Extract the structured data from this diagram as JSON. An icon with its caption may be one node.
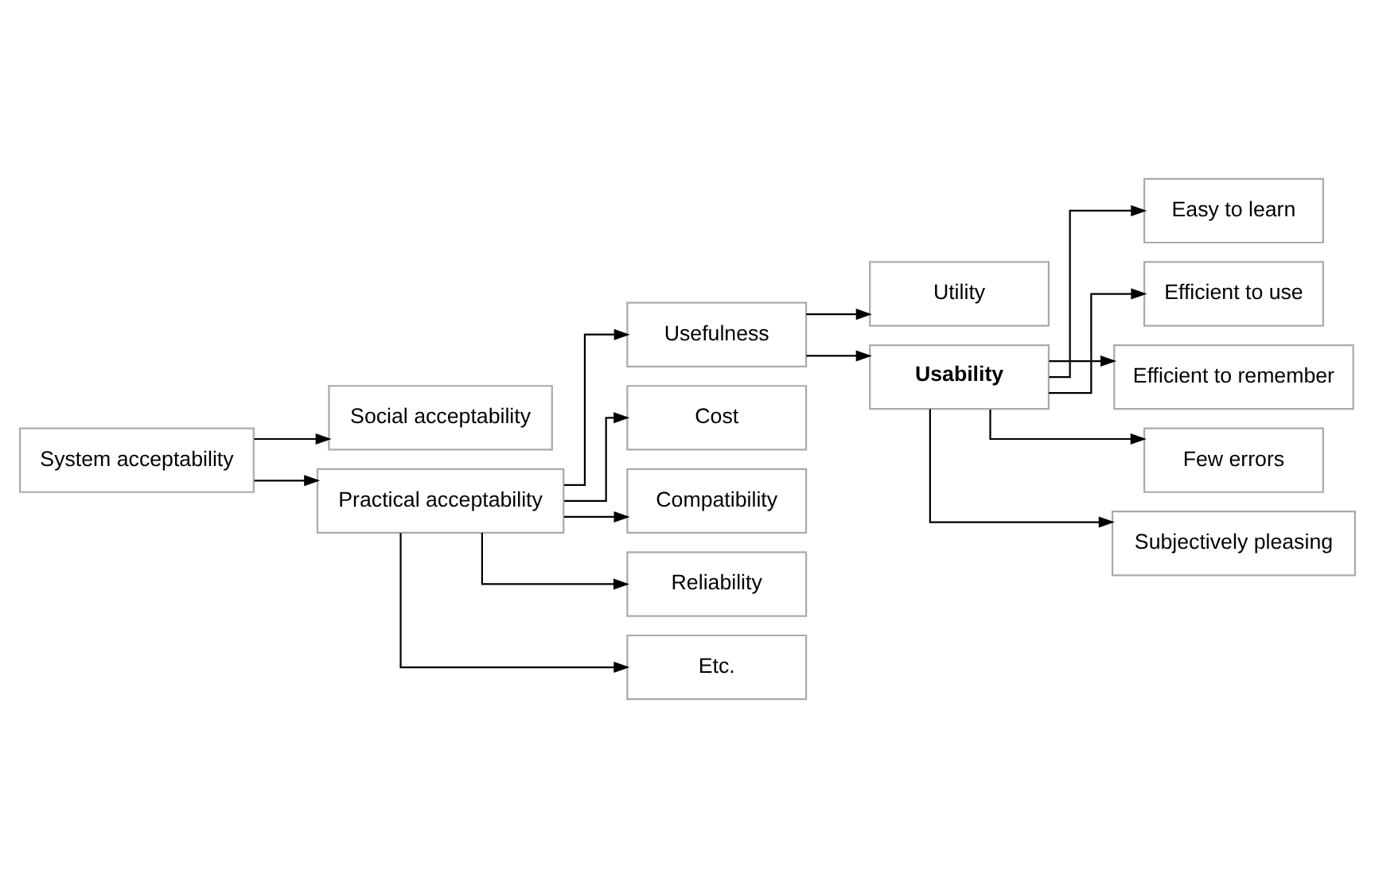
{
  "diagram": {
    "nodes": [
      {
        "text": [
          "System acceptability"
        ]
      },
      {
        "text": [
          "Social acceptability"
        ]
      },
      {
        "text": [
          "Practical acceptability"
        ]
      },
      {
        "text": [
          "Usefulness"
        ]
      },
      {
        "text": [
          "Cost"
        ]
      },
      {
        "text": [
          "Compatibility"
        ]
      },
      {
        "text": [
          "Reliability"
        ]
      },
      {
        "text": [
          "Etc."
        ]
      },
      {
        "text": [
          "Utility"
        ]
      },
      {
        "text": [
          "Usability"
        ]
      },
      {
        "text": [
          "Easy to learn"
        ]
      },
      {
        "text": [
          "Efficient to use"
        ]
      },
      {
        "text": [
          "Efficient to remember"
        ]
      },
      {
        "text": [
          "Few errors"
        ]
      },
      {
        "text": [
          "Subjectively pleasing"
        ]
      }
    ],
    "edges": [
      {
        "from": 0,
        "to": 1,
        "arrow": "to"
      },
      {
        "from": 0,
        "to": 2,
        "arrow": "to"
      },
      {
        "from": 2,
        "to": 3,
        "arrow": "to"
      },
      {
        "from": 2,
        "to": 4,
        "arrow": "to"
      },
      {
        "from": 2,
        "to": 5,
        "arrow": "to"
      },
      {
        "from": 2,
        "to": 6,
        "arrow": "to"
      },
      {
        "from": 2,
        "to": 7,
        "arrow": "to"
      },
      {
        "from": 3,
        "to": 8,
        "arrow": "to"
      },
      {
        "from": 3,
        "to": 9,
        "arrow": "to"
      },
      {
        "from": 9,
        "to": 10,
        "arrow": "to"
      },
      {
        "from": 9,
        "to": 11,
        "arrow": "to"
      },
      {
        "from": 9,
        "to": 12,
        "arrow": "to"
      },
      {
        "from": 9,
        "to": 13,
        "arrow": "to"
      },
      {
        "from": 9,
        "to": 14,
        "arrow": "to"
      }
    ]
  }
}
